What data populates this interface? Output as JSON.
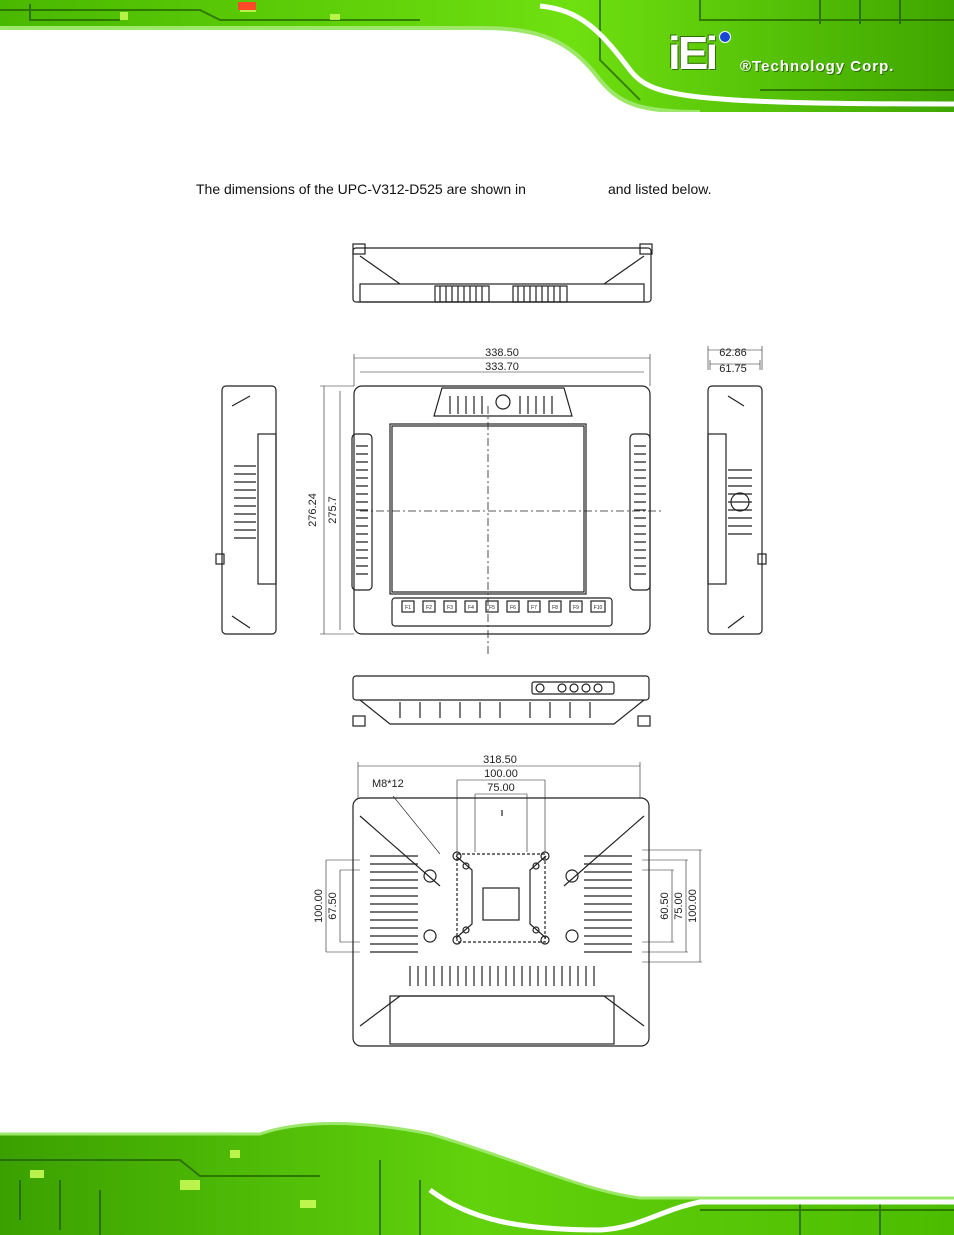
{
  "header": {
    "brand_mark": "iEi",
    "brand_name": "®Technology Corp."
  },
  "body": {
    "intro_before": "The dimensions of the UPC-V312-D525 are shown in",
    "intro_after": "and listed below."
  },
  "drawing": {
    "dims": {
      "overall_width": "338.50",
      "inner_width": "333.70",
      "overall_height": "276.24",
      "inner_height": "275.7",
      "depth_total": "62.86",
      "depth_body": "61.75",
      "rear_width": "318.50",
      "vesa_100": "100.00",
      "vesa_75": "75.00",
      "screw": "M8*12",
      "left_100": "100.00",
      "left_67": "67.50",
      "right_60": "60.50",
      "right_75": "75.00",
      "right_100": "100.00"
    },
    "keys": [
      "F1",
      "F2",
      "F3",
      "F4",
      "F5",
      "F6",
      "F7",
      "F8",
      "F9",
      "F10"
    ]
  },
  "colors": {
    "pcb_green": "#6fe010",
    "pcb_dark": "#1f5a00",
    "drawing_line": "#222222"
  }
}
